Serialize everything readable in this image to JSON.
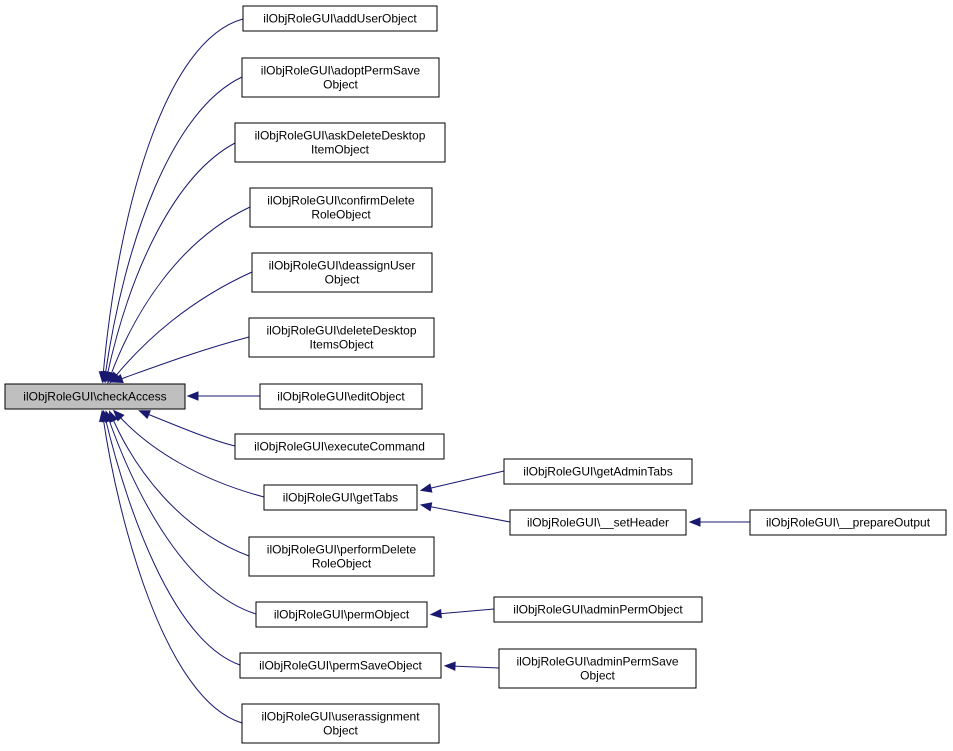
{
  "colors": {
    "edge": "#191970",
    "root_fill": "#bfbfbf",
    "node_fill": "#ffffff",
    "border": "#000000"
  },
  "nodes": [
    {
      "id": "checkAccess",
      "lines": [
        "ilObjRoleGUI\\checkAccess"
      ],
      "root": true
    },
    {
      "id": "addUserObject",
      "lines": [
        "ilObjRoleGUI\\addUserObject"
      ]
    },
    {
      "id": "adoptPermSaveObject",
      "lines": [
        "ilObjRoleGUI\\adoptPermSave",
        "Object"
      ]
    },
    {
      "id": "askDeleteDesktopItemObject",
      "lines": [
        "ilObjRoleGUI\\askDeleteDesktop",
        "ItemObject"
      ]
    },
    {
      "id": "confirmDeleteRoleObject",
      "lines": [
        "ilObjRoleGUI\\confirmDelete",
        "RoleObject"
      ]
    },
    {
      "id": "deassignUserObject",
      "lines": [
        "ilObjRoleGUI\\deassignUser",
        "Object"
      ]
    },
    {
      "id": "deleteDesktopItemsObject",
      "lines": [
        "ilObjRoleGUI\\deleteDesktop",
        "ItemsObject"
      ]
    },
    {
      "id": "editObject",
      "lines": [
        "ilObjRoleGUI\\editObject"
      ]
    },
    {
      "id": "executeCommand",
      "lines": [
        "ilObjRoleGUI\\executeCommand"
      ]
    },
    {
      "id": "getTabs",
      "lines": [
        "ilObjRoleGUI\\getTabs"
      ]
    },
    {
      "id": "performDeleteRoleObject",
      "lines": [
        "ilObjRoleGUI\\performDelete",
        "RoleObject"
      ]
    },
    {
      "id": "permObject",
      "lines": [
        "ilObjRoleGUI\\permObject"
      ]
    },
    {
      "id": "permSaveObject",
      "lines": [
        "ilObjRoleGUI\\permSaveObject"
      ]
    },
    {
      "id": "userassignmentObject",
      "lines": [
        "ilObjRoleGUI\\userassignment",
        "Object"
      ]
    },
    {
      "id": "getAdminTabs",
      "lines": [
        "ilObjRoleGUI\\getAdminTabs"
      ]
    },
    {
      "id": "setHeader",
      "lines": [
        "ilObjRoleGUI\\__setHeader"
      ]
    },
    {
      "id": "prepareOutput",
      "lines": [
        "ilObjRoleGUI\\__prepareOutput"
      ]
    },
    {
      "id": "adminPermObject",
      "lines": [
        "ilObjRoleGUI\\adminPermObject"
      ]
    },
    {
      "id": "adminPermSaveObject",
      "lines": [
        "ilObjRoleGUI\\adminPermSave",
        "Object"
      ]
    }
  ],
  "edges": [
    {
      "from": "addUserObject",
      "to": "checkAccess"
    },
    {
      "from": "adoptPermSaveObject",
      "to": "checkAccess"
    },
    {
      "from": "askDeleteDesktopItemObject",
      "to": "checkAccess"
    },
    {
      "from": "confirmDeleteRoleObject",
      "to": "checkAccess"
    },
    {
      "from": "deassignUserObject",
      "to": "checkAccess"
    },
    {
      "from": "deleteDesktopItemsObject",
      "to": "checkAccess"
    },
    {
      "from": "editObject",
      "to": "checkAccess"
    },
    {
      "from": "executeCommand",
      "to": "checkAccess"
    },
    {
      "from": "getTabs",
      "to": "checkAccess"
    },
    {
      "from": "performDeleteRoleObject",
      "to": "checkAccess"
    },
    {
      "from": "permObject",
      "to": "checkAccess"
    },
    {
      "from": "permSaveObject",
      "to": "checkAccess"
    },
    {
      "from": "userassignmentObject",
      "to": "checkAccess"
    },
    {
      "from": "getAdminTabs",
      "to": "getTabs"
    },
    {
      "from": "setHeader",
      "to": "getTabs"
    },
    {
      "from": "prepareOutput",
      "to": "setHeader"
    },
    {
      "from": "adminPermObject",
      "to": "permObject"
    },
    {
      "from": "adminPermSaveObject",
      "to": "permSaveObject"
    }
  ]
}
